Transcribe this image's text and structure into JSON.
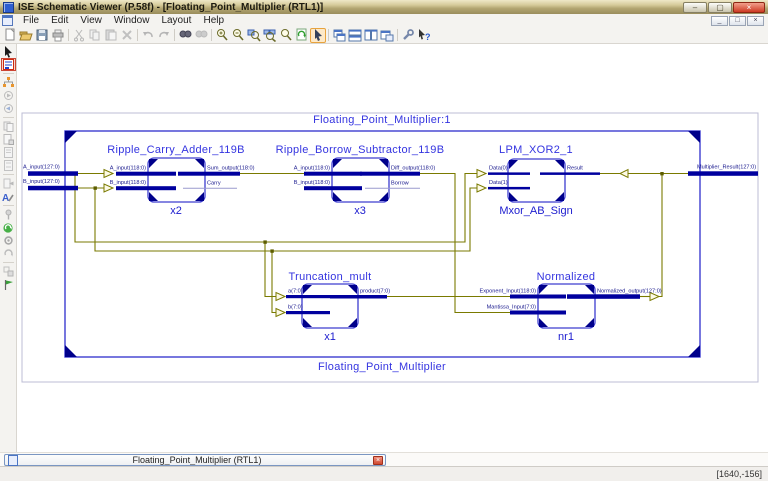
{
  "window": {
    "title": "ISE Schematic Viewer (P.58f) - [Floating_Point_Multiplier (RTL1)]",
    "controls": [
      "minimize",
      "maximize",
      "close"
    ]
  },
  "menu": {
    "items": [
      "File",
      "Edit",
      "View",
      "Window",
      "Layout",
      "Help"
    ]
  },
  "toolbar": {
    "icons": [
      "new",
      "open",
      "save",
      "print",
      "cut",
      "copy",
      "paste",
      "delete",
      "undo",
      "redo",
      "find",
      "find-next",
      "zoom-in",
      "zoom-out",
      "zoom-selection",
      "zoom-full",
      "zoom-page",
      "refresh",
      "select-tool",
      "cascade-windows",
      "tile-horizontal",
      "tile-vertical",
      "arrange-windows",
      "options-wrench",
      "context-help"
    ]
  },
  "sidebar": {
    "icons": [
      "pointer-tool",
      "schematic-view",
      "hierarchy-tree",
      "push-into",
      "pop-out",
      "sheets",
      "new-sheet",
      "page-a",
      "page-b",
      "export-page",
      "annotate-text",
      "pin",
      "regenerate",
      "settings-gear",
      "rotate",
      "select-objects",
      "marker-flag"
    ]
  },
  "tabbar": {
    "label": "Floating_Point_Multiplier (RTL1)"
  },
  "statusbar": {
    "coords": "[1640,-156]"
  },
  "schematic": {
    "top_label": "Floating_Point_Multiplier:1",
    "bottom_label": "Floating_Point_Multiplier",
    "external": {
      "a": "A_input(127:0)",
      "b": "B_input(127:0)",
      "result": "Multiplier_Result(127:0)"
    },
    "components": [
      {
        "title": "Ripple_Carry_Adder_119B",
        "instance": "x2",
        "ports": {
          "in1": "A_input(118:0)",
          "in2": "B_input(118:0)",
          "out1": "Sum_output(118:0)",
          "out2": "Carry"
        }
      },
      {
        "title": "Ripple_Borrow_Subtractor_119B",
        "instance": "x3",
        "ports": {
          "in1": "A_input(118:0)",
          "in2": "B_input(118:0)",
          "out1": "Diff_output(118:0)",
          "out2": "Borrow"
        }
      },
      {
        "title": "LPM_XOR2_1",
        "instance": "Mxor_AB_Sign",
        "ports": {
          "in1": "Data(0)",
          "in2": "Data(1)",
          "out1": "Result"
        }
      },
      {
        "title": "Truncation_mult",
        "instance": "x1",
        "ports": {
          "in1": "a(7:0)",
          "in2": "b(7:0)",
          "out1": "product(7:0)"
        }
      },
      {
        "title": "Normalized",
        "instance": "nr1",
        "ports": {
          "in1": "Exponent_Input(118:0)",
          "in2": "Mantissa_Input(7:0)",
          "out1": "Normalized_output(127:0)"
        }
      }
    ],
    "colors": {
      "wire": "#7a7a00",
      "bus": "#00009e",
      "outline": "#3d3dcf",
      "label_blue": "#3434e0",
      "label_navy": "#16168c"
    }
  }
}
